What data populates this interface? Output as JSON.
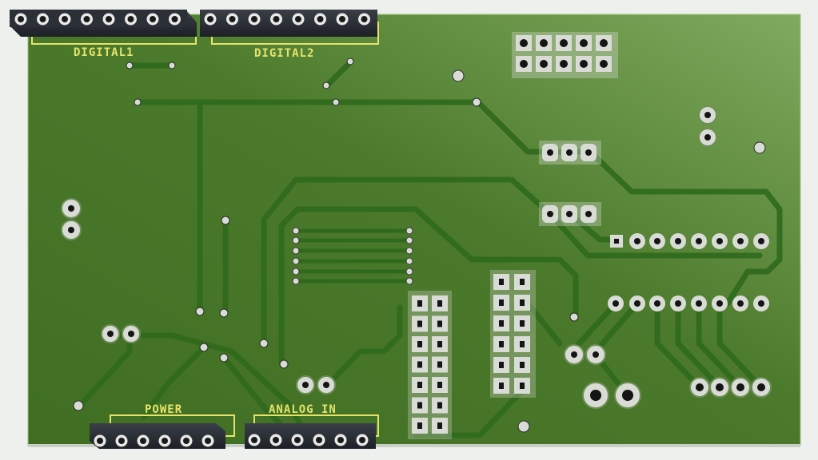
{
  "board": {
    "labels": {
      "digital1": "DIGITAL1",
      "digital2": "DIGITAL2",
      "power": "POWER",
      "analog_in": "ANALOG IN"
    },
    "colors": {
      "background": "#eef0ee",
      "board": "#4f7d2d",
      "board_highlight": "#7ea85c",
      "trace": "#2f6a1c",
      "trace_edge": "#3f8a26",
      "silkscreen": "#e6e36a",
      "header_body": "#2b2f36",
      "pad_silver": "#d9dcd5",
      "hole": "#151515"
    },
    "icons": {
      "female_header": "female-header-icon",
      "pin_header": "pin-header-icon",
      "via": "via-icon",
      "pad": "pad-icon"
    }
  }
}
